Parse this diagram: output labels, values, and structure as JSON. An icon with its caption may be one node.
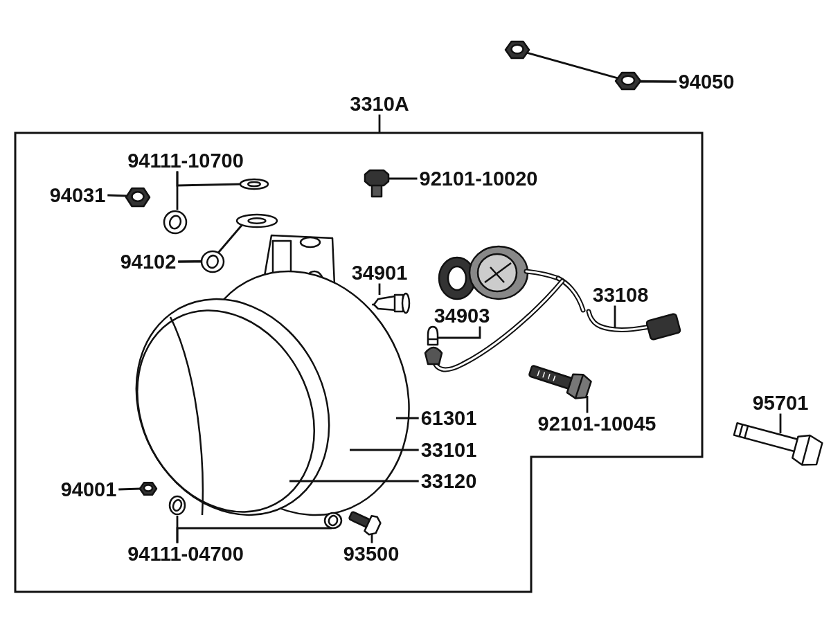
{
  "diagram": {
    "nodes": [
      {
        "text": [
          "3310A"
        ]
      },
      {
        "text": [],
        "shape": "box"
      },
      {
        "text": [
          "94050"
        ]
      },
      {
        "text": [],
        "shape": "picture"
      },
      {
        "text": [],
        "shape": "picture"
      },
      {
        "text": [
          "94111-10700"
        ],
        "in": 1
      },
      {
        "text": [],
        "shape": "picture",
        "in": 1
      },
      {
        "text": [],
        "shape": "picture",
        "in": 1
      },
      {
        "text": [
          "94031"
        ],
        "in": 1
      },
      {
        "text": [],
        "shape": "picture",
        "in": 1
      },
      {
        "text": [
          "92101-10020"
        ],
        "in": 1
      },
      {
        "text": [],
        "shape": "picture",
        "in": 1
      },
      {
        "text": [
          "94102"
        ],
        "in": 1
      },
      {
        "text": [],
        "shape": "picture",
        "in": 1
      },
      {
        "text": [],
        "shape": "picture",
        "in": 1
      },
      {
        "text": [
          "34901"
        ],
        "in": 1
      },
      {
        "text": [],
        "shape": "picture",
        "in": 1
      },
      {
        "text": [
          "34903"
        ],
        "in": 1
      },
      {
        "text": [],
        "shape": "picture",
        "in": 1
      },
      {
        "text": [
          "33108"
        ],
        "in": 1
      },
      {
        "text": [],
        "shape": "picture",
        "in": 1
      },
      {
        "text": [
          "92101-10045"
        ],
        "in": 1
      },
      {
        "text": [],
        "shape": "picture",
        "in": 1
      },
      {
        "text": [
          "61301"
        ],
        "in": 1
      },
      {
        "text": [
          "33101"
        ],
        "in": 1
      },
      {
        "text": [
          "33120"
        ],
        "in": 1
      },
      {
        "text": [
          "94001"
        ],
        "in": 1
      },
      {
        "text": [],
        "shape": "picture",
        "in": 1
      },
      {
        "text": [
          "94111-04700"
        ],
        "in": 1
      },
      {
        "text": [],
        "shape": "picture",
        "in": 1
      },
      {
        "text": [],
        "shape": "picture",
        "in": 1
      },
      {
        "text": [
          "93500"
        ],
        "in": 1
      },
      {
        "text": [],
        "shape": "picture",
        "in": 1
      },
      {
        "text": [
          "95701"
        ]
      },
      {
        "text": [],
        "shape": "picture"
      }
    ],
    "edges": [
      {
        "from": 0,
        "to": 1,
        "arrow": "none"
      },
      {
        "from": 2,
        "to": 4,
        "arrow": "none"
      },
      {
        "from": 2,
        "to": 3,
        "arrow": "none"
      },
      {
        "from": 5,
        "to": 6,
        "arrow": "none"
      },
      {
        "from": 5,
        "to": 7,
        "arrow": "none"
      },
      {
        "from": 8,
        "to": 9,
        "arrow": "none"
      },
      {
        "from": 10,
        "to": 11,
        "arrow": "none"
      },
      {
        "from": 12,
        "to": 13,
        "arrow": "none"
      },
      {
        "from": 12,
        "to": 14,
        "arrow": "none"
      },
      {
        "from": 15,
        "to": 16,
        "arrow": "none"
      },
      {
        "from": 17,
        "to": 18,
        "arrow": "none"
      },
      {
        "from": 19,
        "to": 20,
        "arrow": "none"
      },
      {
        "from": 21,
        "to": 22,
        "arrow": "none"
      },
      {
        "from": 23,
        "to": null,
        "arrow": "none"
      },
      {
        "from": 24,
        "to": null,
        "arrow": "none"
      },
      {
        "from": 25,
        "to": null,
        "arrow": "none"
      },
      {
        "from": 26,
        "to": 27,
        "arrow": "none"
      },
      {
        "from": 28,
        "to": 29,
        "arrow": "none"
      },
      {
        "from": 28,
        "to": 30,
        "arrow": "none"
      },
      {
        "from": 31,
        "to": 32,
        "arrow": "none"
      },
      {
        "from": 33,
        "to": 34,
        "arrow": "none"
      }
    ]
  }
}
